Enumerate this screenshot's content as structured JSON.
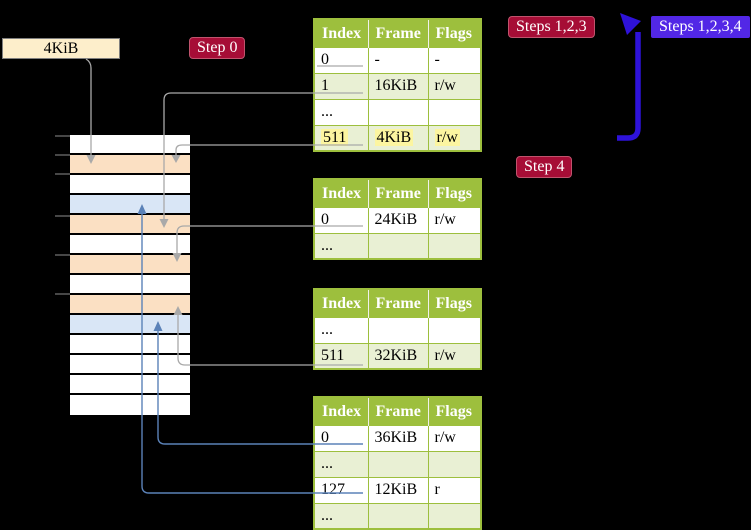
{
  "labels": {
    "page_block": "4KiB",
    "step0": "Step 0",
    "steps123": "Steps 1,2,3",
    "steps1234": "Steps 1,2,3,4",
    "step4": "Step 4"
  },
  "memory": {
    "rows": [
      "white",
      "peach",
      "white",
      "blue",
      "peach",
      "white",
      "peach",
      "white",
      "peach",
      "blue",
      "white",
      "white",
      "white",
      "white"
    ]
  },
  "tables": [
    {
      "name": "page-table-level-top",
      "headers": [
        "Index",
        "Frame",
        "Flags"
      ],
      "rows": [
        {
          "cells": [
            "0",
            "-",
            "-"
          ],
          "shaded": false,
          "highlight": false
        },
        {
          "cells": [
            "1",
            "16KiB",
            "r/w"
          ],
          "shaded": true,
          "highlight": false
        },
        {
          "cells": [
            "...",
            "",
            ""
          ],
          "shaded": false,
          "highlight": false
        },
        {
          "cells": [
            "511",
            "4KiB",
            "r/w"
          ],
          "shaded": true,
          "highlight": true
        }
      ]
    },
    {
      "name": "page-table-second",
      "headers": [
        "Index",
        "Frame",
        "Flags"
      ],
      "rows": [
        {
          "cells": [
            "0",
            "24KiB",
            "r/w"
          ],
          "shaded": false,
          "highlight": false
        },
        {
          "cells": [
            "...",
            "",
            ""
          ],
          "shaded": true,
          "highlight": false
        }
      ]
    },
    {
      "name": "page-table-third",
      "headers": [
        "Index",
        "Frame",
        "Flags"
      ],
      "rows": [
        {
          "cells": [
            "...",
            "",
            ""
          ],
          "shaded": false,
          "highlight": false
        },
        {
          "cells": [
            "511",
            "32KiB",
            "r/w"
          ],
          "shaded": true,
          "highlight": false
        }
      ]
    },
    {
      "name": "page-table-fourth",
      "headers": [
        "Index",
        "Frame",
        "Flags"
      ],
      "rows": [
        {
          "cells": [
            "0",
            "36KiB",
            "r/w"
          ],
          "shaded": false,
          "highlight": false
        },
        {
          "cells": [
            "...",
            "",
            ""
          ],
          "shaded": true,
          "highlight": false
        },
        {
          "cells": [
            "127",
            "12KiB",
            "r"
          ],
          "shaded": false,
          "highlight": false
        },
        {
          "cells": [
            "...",
            "",
            ""
          ],
          "shaded": true,
          "highlight": false
        }
      ]
    }
  ],
  "colors": {
    "table_header_green": "#9dbf3d",
    "table_row_shade": "#e9f0d4",
    "highlight_yellow": "#fcf5a0",
    "badge_red": "#a60d36",
    "badge_blue": "#5227e6",
    "memory_peach": "#fbe0c3",
    "memory_blue": "#d9e6f6",
    "connector_gray": "#a9a9a9",
    "connector_blue": "#5b82b8",
    "big_arrow_blue": "#2e12d9",
    "page_block_fill": "#fdeecb"
  }
}
